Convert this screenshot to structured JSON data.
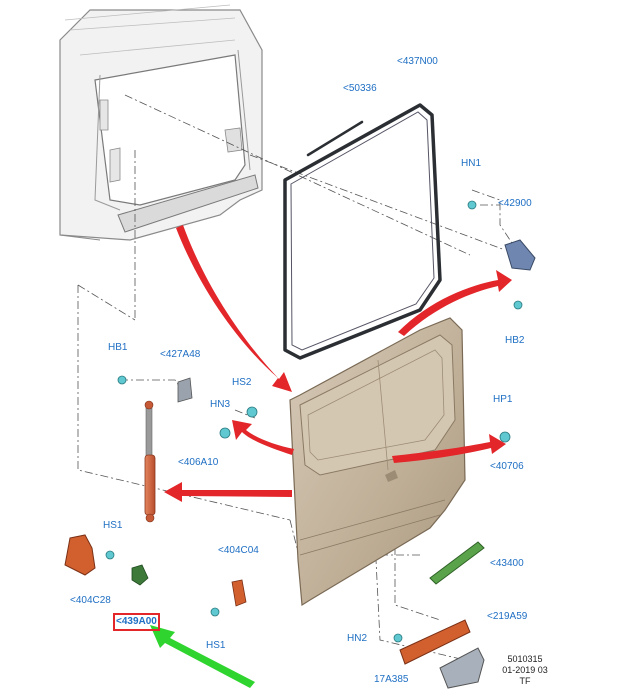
{
  "labels": {
    "p437N00": "<437N00",
    "p50336": "<50336",
    "HN1": "HN1",
    "p42900": "<42900",
    "HB2": "HB2",
    "HB1": "HB1",
    "p427A48": "<427A48",
    "HS2": "HS2",
    "HN3": "HN3",
    "HP1": "HP1",
    "p406A10": "<406A10",
    "p40706": "<40706",
    "HS1_top": "HS1",
    "p404C04": "<404C04",
    "p43400": "<43400",
    "p404C28": "<404C28",
    "p439A00": "<439A00",
    "HS1_bottom": "HS1",
    "p219A59": "<219A59",
    "HN2": "HN2",
    "p17A385": "17A385"
  },
  "footer": {
    "code": "5010315",
    "date": "01-2019 03",
    "tag": "TF"
  },
  "colors": {
    "label": "#1f6fc4",
    "arrow_red": "#e3262a",
    "arrow_green": "#2fd42f",
    "highlight_box": "#e3262a",
    "door_fill": "#c9bba6",
    "fastener": "#5fc8d0"
  }
}
